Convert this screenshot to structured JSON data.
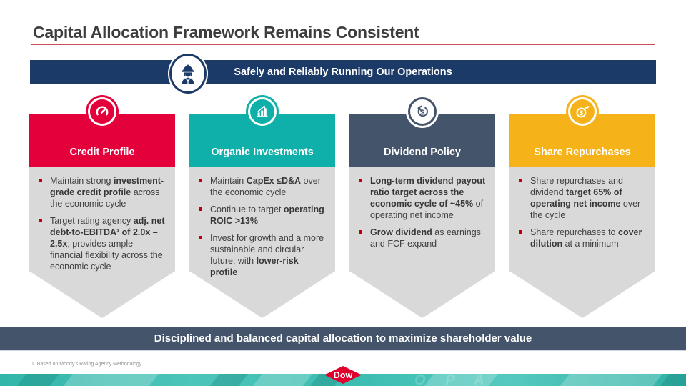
{
  "slide_title": "Capital Allocation Framework Remains Consistent",
  "top_banner": {
    "label": "Safely and Reliably Running Our Operations",
    "icon": "worker-icon"
  },
  "columns": [
    {
      "title": "Credit Profile",
      "icon": "gauge-icon",
      "color": "#e4003a",
      "bullets": [
        [
          {
            "t": "Maintain strong "
          },
          {
            "t": "investment-grade credit profile",
            "b": true
          },
          {
            "t": " across the economic cycle"
          }
        ],
        [
          {
            "t": "Target rating agency "
          },
          {
            "t": "adj. net debt-to-EBITDA¹ of 2.0x – 2.5x",
            "b": true
          },
          {
            "t": "; provides ample financial flexibility across the economic cycle"
          }
        ]
      ]
    },
    {
      "title": "Organic Investments",
      "icon": "bar-chart-icon",
      "color": "#0fb0a9",
      "bullets": [
        [
          {
            "t": "Maintain "
          },
          {
            "t": "CapEx ≤D&A",
            "b": true
          },
          {
            "t": " over the economic cycle"
          }
        ],
        [
          {
            "t": "Continue to target "
          },
          {
            "t": "operating ROIC >13%",
            "b": true
          }
        ],
        [
          {
            "t": "Invest for growth and a more sustainable and circular future; with "
          },
          {
            "t": "lower-risk profile",
            "b": true
          }
        ]
      ]
    },
    {
      "title": "Dividend Policy",
      "icon": "dollar-cycle-icon",
      "color": "#44546a",
      "bullets": [
        [
          {
            "t": "Long-term dividend payout ratio target across the economic cycle of ~45%",
            "b": true
          },
          {
            "t": " of operating net income"
          }
        ],
        [
          {
            "t": "Grow dividend",
            "b": true
          },
          {
            "t": " as earnings and FCF expand"
          }
        ]
      ]
    },
    {
      "title": "Share Repurchases",
      "icon": "dollar-out-icon",
      "color": "#f5b319",
      "bullets": [
        [
          {
            "t": "Share repurchases and dividend "
          },
          {
            "t": "target 65% of operating net income",
            "b": true
          },
          {
            "t": " over the cycle"
          }
        ],
        [
          {
            "t": "Share repurchases to "
          },
          {
            "t": "cover dilution",
            "b": true
          },
          {
            "t": " at a minimum"
          }
        ]
      ]
    }
  ],
  "bottom_banner": {
    "label": "Disciplined and balanced capital allocation to maximize shareholder value"
  },
  "footnote": "1. Based on Moody's Rating Agency Methodology",
  "logo": {
    "text": "Dow"
  },
  "colors": {
    "navy": "#1c3a68",
    "red": "#e4003a",
    "teal": "#0fb0a9",
    "slate": "#44546a",
    "gold": "#f5b319",
    "panel_gray": "#d9d9d9",
    "bullet_red": "#c00000",
    "rule_red": "#c84f5a",
    "logo_red": "#e1002d",
    "stripe_teal": "#3cbdb2"
  }
}
